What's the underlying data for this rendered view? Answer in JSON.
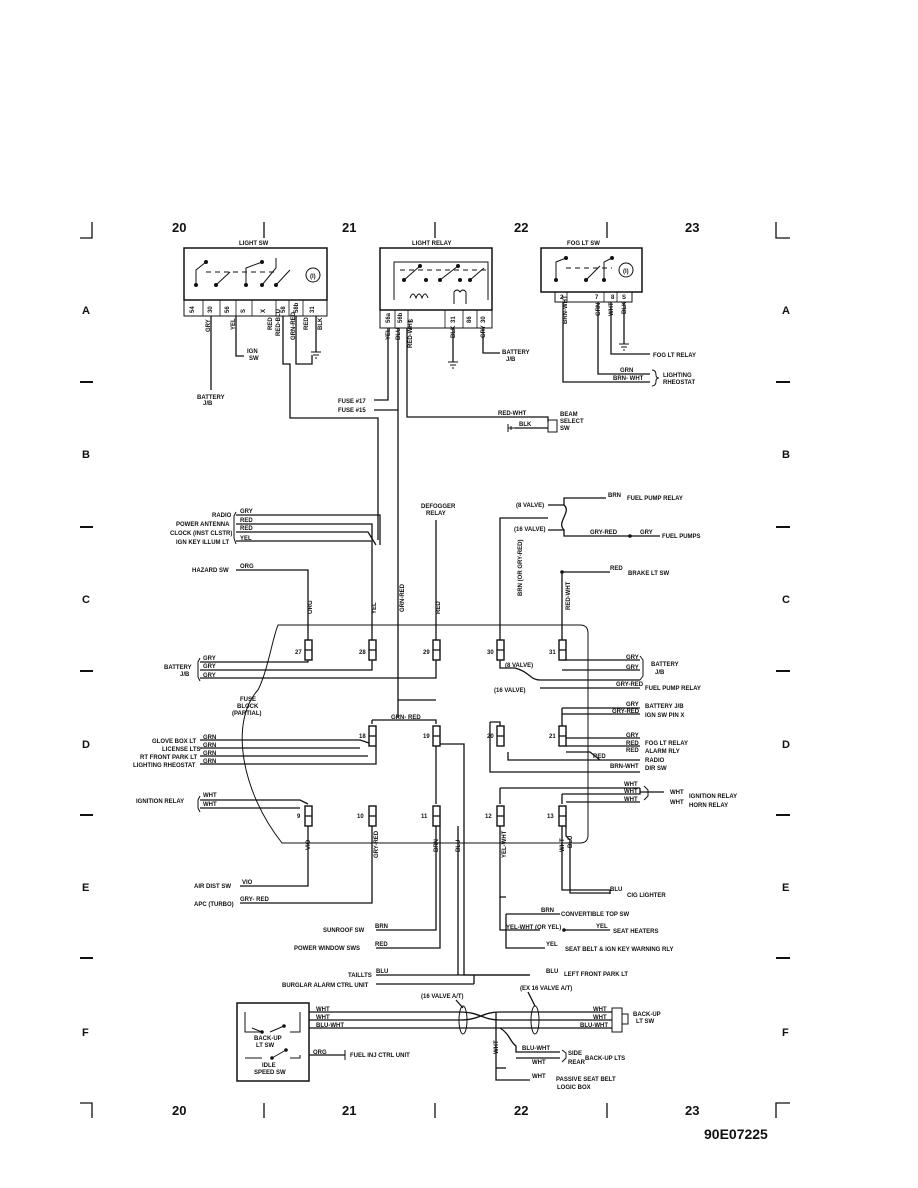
{
  "diagram_code": "90E07225",
  "grid": {
    "columns": [
      "20",
      "21",
      "22",
      "23"
    ],
    "rows": [
      "A",
      "B",
      "C",
      "D",
      "E",
      "F"
    ]
  },
  "components": {
    "light_sw": "LIGHT SW",
    "light_relay": "LIGHT RELAY",
    "fog_lt_sw": "FOG LT SW",
    "fuse_block": [
      "FUSE",
      "BLOCK",
      "(PARTIAL)"
    ],
    "backup_lt_sw": [
      "BACK-UP",
      "LT SW"
    ],
    "idle_speed_sw": [
      "IDLE",
      "SPEED SW"
    ]
  },
  "terminals": {
    "light_sw": [
      "54",
      "30",
      "56",
      "S",
      "X",
      "58",
      "58b",
      "31"
    ],
    "light_relay": [
      "56a",
      "56b",
      "S",
      "31",
      "86",
      "30"
    ],
    "fog_lt_sw": [
      "2",
      "7",
      "8",
      "S"
    ]
  },
  "fuses": [
    "27",
    "28",
    "29",
    "30",
    "31",
    "18",
    "19",
    "20",
    "21",
    "9",
    "10",
    "11",
    "12",
    "13"
  ],
  "wire_labels": {
    "lsw_gry": "GRY",
    "lsw_yel": "YEL",
    "lsw_red": "RED",
    "lsw_redblu": "RED-BLU",
    "lsw_grnred": "GRN-RED",
    "lsw_red2": "RED",
    "lsw_blk": "BLK",
    "lr_yel": "YEL",
    "lr_blu": "BLU",
    "lr_redwht": "RED-WHT",
    "lr_blk": "BLK",
    "lr_gry": "GRY",
    "fog_brnwht": "BRN-WHT",
    "fog_grn": "GRN",
    "fog_wht": "WHT",
    "fog_blk": "BLK",
    "fog_grn2": "GRN",
    "fog_brnwht2": "BRN- WHT",
    "beam_redwht": "RED-WHT",
    "beam_blk": "BLK",
    "radio_gry": "GRY",
    "ant_red": "RED",
    "clock_red": "RED",
    "ign_yel": "YEL",
    "haz_org": "ORG",
    "v_org": "ORG",
    "v_yel": "YEL",
    "v_grnred": "GRN-RED",
    "v_red": "RED",
    "v_brnorgryred": "BRN (OR GRY-RED)",
    "v_redwht": "RED-WHT",
    "fp_brn": "BRN",
    "fp_gryred": "GRY-RED",
    "fp_gry": "GRY",
    "brake_red": "RED",
    "batt_gry1": "GRY",
    "batt_gry2": "GRY",
    "batt_gry3": "GRY",
    "r_gry1": "GRY",
    "r_gry2": "GRY",
    "r_gryred": "GRY-RED",
    "grn_red_top": "GRN- RED",
    "d_gry": "GRY",
    "d_gryred": "GRY-RED",
    "gb_grn": "GRN",
    "lic_grn": "GRN",
    "rfp_grn": "GRN",
    "lr_grn": "GRN",
    "d_gry2": "GRY",
    "d_red1": "RED",
    "d_red2": "RED",
    "d_red3": "RED",
    "d_brnwht": "BRN-WHT",
    "ign_wht1": "WHT",
    "ign_wht2": "WHT",
    "e_wht1": "WHT",
    "e_wht2": "WHT",
    "e_wht3": "WHT",
    "e_wht4": "WHT",
    "e_wht5": "WHT",
    "b_vio": "VIO",
    "b_gryred": "GRY-RED",
    "b_brn": "BRN",
    "b_blu": "BLU",
    "b_yelwht": "YEL-WHT",
    "b_wht": "WHT",
    "b_blu2": "BLU",
    "ad_vio": "VIO",
    "apc_gryred": "GRY- RED",
    "sr_brn": "BRN",
    "pw_red": "RED",
    "tl_blu": "BLU",
    "lfp_blu": "BLU",
    "cig_blu": "BLU",
    "ct_brn": "BRN",
    "sh_yelwht": "YEL-WHT (OR YEL)",
    "sh_yel": "YEL",
    "sb_yel": "YEL",
    "bu_wht1": "WHT",
    "bu_wht2": "WHT",
    "bu_bluwht": "BLU-WHT",
    "bu_org": "ORG",
    "rb_wht1": "WHT",
    "rb_wht2": "WHT",
    "rb_bluwht": "BLU-WHT",
    "f_wht": "WHT",
    "side_bluwht": "BLU-WHT",
    "rear_wht": "WHT",
    "psb_wht": "WHT"
  },
  "labels": {
    "ign_sw": [
      "IGN",
      "SW"
    ],
    "battery_jb_left": [
      "BATTERY",
      "J/B"
    ],
    "battery_jb_relay": [
      "BATTERY",
      "J/B"
    ],
    "fog_lt_relay": "FOG LT RELAY",
    "lighting_rheostat_top": [
      "LIGHTING",
      "RHEOSTAT"
    ],
    "fuse17": "FUSE #17",
    "fuse15": "FUSE #15",
    "beam_select_sw": [
      "BEAM",
      "SELECT",
      "SW"
    ],
    "defogger_relay": [
      "DEFOGGER",
      "RELAY"
    ],
    "v18_top": "(8 VALVE)",
    "v16_top": "(16 VALVE)",
    "fuel_pump_relay_top": "FUEL PUMP RELAY",
    "fuel_pumps": "FUEL PUMPS",
    "radio": "RADIO",
    "power_antenna": "POWER ANTENNA",
    "clock": "CLOCK (INST CLSTR)",
    "ign_key_illum": "IGN KEY ILLUM LT",
    "hazard_sw": "HAZARD SW",
    "brake_lt_sw": "BRAKE LT SW",
    "battery_jb_mid_left": [
      "BATTERY",
      "J/B"
    ],
    "battery_jb_mid_right": [
      "BATTERY",
      "J/B"
    ],
    "v8_mid": "(8 VALVE)",
    "v16_mid": "(16 VALVE)",
    "fuel_pump_relay_mid": "FUEL PUMP RELAY",
    "glove_box_lt": "GLOVE BOX LT",
    "license_lts": "LICENSE LTS",
    "rt_front_park_lt": "RT FRONT PARK LT",
    "lighting_rheostat_left": "LIGHTING RHEOSTAT",
    "battery_jb_right_d": "BATTERY J/B",
    "ign_sw_pin_x": "IGN SW PIN X",
    "fog_lt_relay_d": "FOG LT RELAY",
    "alarm_rly": "ALARM RLY",
    "radio_d": "RADIO",
    "dir_sw": "DIR SW",
    "ignition_relay_left": "IGNITION RELAY",
    "ignition_relay_right": "IGNITION RELAY",
    "horn_relay": "HORN RELAY",
    "air_dist_sw": "AIR DIST SW",
    "apc_turbo": "APC (TURBO)",
    "cig_lighter": "CIG LIGHTER",
    "convertible_top_sw": "CONVERTIBLE TOP SW",
    "seat_heaters": "SEAT HEATERS",
    "seat_belt_warning": "SEAT BELT & IGN KEY WARNING RLY",
    "sunroof_sw": "SUNROOF SW",
    "power_window_sws": "POWER WINDOW SWS",
    "taillts": "TAILLTS",
    "burglar_alarm": "BURGLAR ALARM CTRL UNIT",
    "left_front_park_lt": "LEFT FRONT PARK LT",
    "v16_at": "(16 VALVE A/T)",
    "ex16_at": "(EX 16 VALVE A/T)",
    "backup_lt_sw_right": [
      "BACK-UP",
      "LT SW"
    ],
    "fuel_inj_ctrl_unit": "FUEL INJ CTRL UNIT",
    "side": "SIDE",
    "rear": "REAR",
    "backup_lts": "BACK-UP LTS",
    "passive_seat_belt": [
      "PASSIVE SEAT BELT",
      "LOGIC BOX"
    ]
  }
}
